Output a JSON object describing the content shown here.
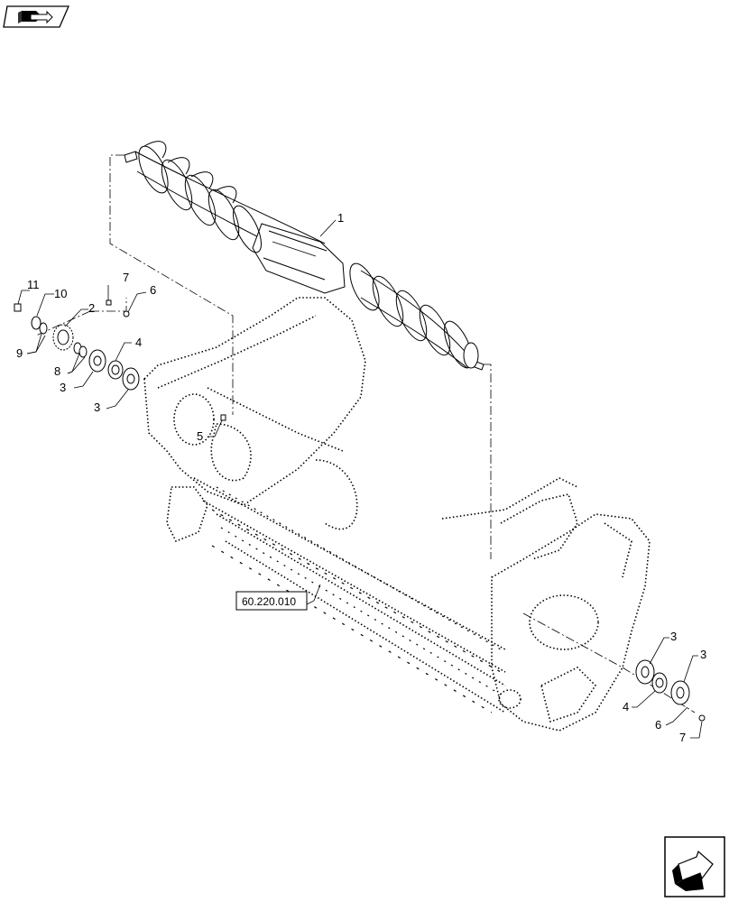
{
  "nav": {
    "top_icon": "book-arrow-icon",
    "bottom_icon": "next-page-arrow-icon"
  },
  "callouts": {
    "c1": "1",
    "c2": "2",
    "c3a": "3",
    "c3b": "3",
    "c3c": "3",
    "c3d": "3",
    "c4a": "4",
    "c4b": "4",
    "c5": "5",
    "c6a": "6",
    "c6b": "6",
    "c7a": "7",
    "c7b": "7",
    "c8": "8",
    "c9": "9",
    "c10": "10",
    "c11": "11"
  },
  "reference": {
    "label": "60.220.010"
  },
  "colors": {
    "line": "#000000",
    "background": "#ffffff"
  }
}
